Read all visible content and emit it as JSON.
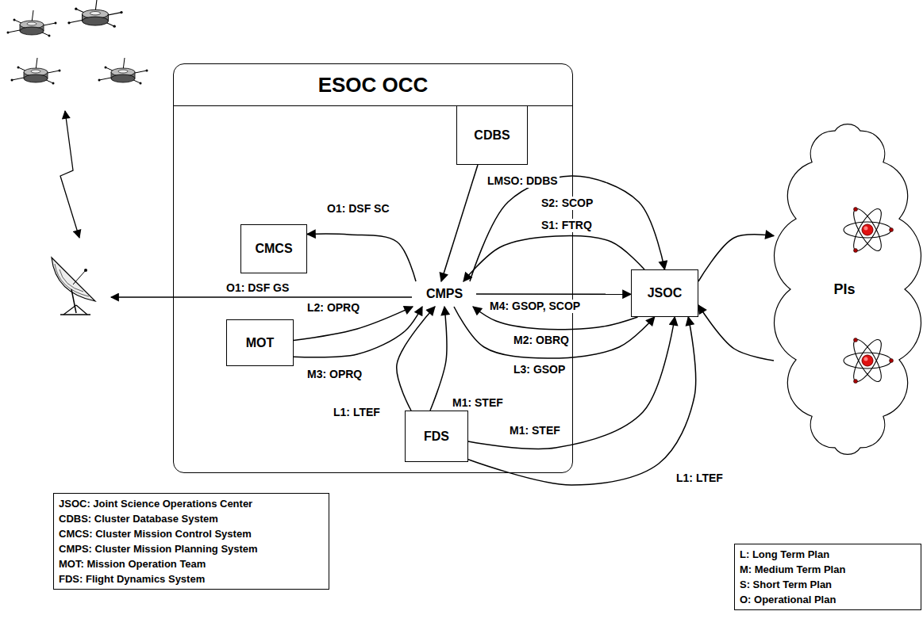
{
  "diagram": {
    "nodes": [
      {
        "text": [
          "ESOC OCC"
        ]
      },
      {
        "text": [
          "CDBS"
        ],
        "in": 0
      },
      {
        "text": [
          "CMCS"
        ],
        "in": 0
      },
      {
        "text": [
          "CMPS"
        ],
        "in": 0
      },
      {
        "text": [
          "MOT"
        ],
        "in": 0
      },
      {
        "text": [
          "FDS"
        ],
        "in": 0
      },
      {
        "text": [
          "JSOC"
        ]
      },
      {
        "text": [
          "PIs"
        ]
      }
    ],
    "edges": [
      {
        "from": 1,
        "to": 3,
        "label": "LMSO: DDBS",
        "arrow": "to"
      },
      {
        "from": 3,
        "to": 2,
        "label": "O1: DSF SC",
        "arrow": "to"
      },
      {
        "from": 3,
        "to": 6,
        "label": "S2: SCOP",
        "arrow": "to"
      },
      {
        "from": 6,
        "to": 3,
        "label": "S1: FTRQ",
        "arrow": "to"
      },
      {
        "from": 3,
        "to": 6,
        "label": "M4: GSOP, SCOP",
        "arrow": "to"
      },
      {
        "from": 6,
        "to": 3,
        "label": "M2: OBRQ",
        "arrow": "to"
      },
      {
        "from": 3,
        "to": 6,
        "label": "L3: GSOP",
        "arrow": "to"
      },
      {
        "from": 4,
        "to": 3,
        "label": "L2: OPRQ",
        "arrow": "to"
      },
      {
        "from": 4,
        "to": 3,
        "label": "M3: OPRQ",
        "arrow": "to"
      },
      {
        "from": 5,
        "to": 3,
        "label": "L1: LTEF",
        "arrow": "to"
      },
      {
        "from": 5,
        "to": 3,
        "label": "M1: STEF",
        "arrow": "to"
      },
      {
        "from": 5,
        "to": 6,
        "label": "M1: STEF",
        "arrow": "to"
      },
      {
        "from": 5,
        "to": 6,
        "label": "L1: LTEF",
        "arrow": "to"
      },
      {
        "from": 6,
        "to": 7,
        "arrow": "to"
      },
      {
        "from": 7,
        "to": 6,
        "arrow": "to"
      }
    ],
    "labels": [
      "O1: DSF GS"
    ],
    "legend": [
      {
        "text": "JSOC: Joint Science Operations Center"
      },
      {
        "text": "CDBS: Cluster Database System"
      },
      {
        "text": "CMCS: Cluster Mission Control System"
      },
      {
        "text": "CMPS: Cluster Mission Planning System"
      },
      {
        "text": "MOT: Mission Operation Team"
      },
      {
        "text": "FDS: Flight Dynamics System"
      },
      {
        "text": "L: Long Term Plan"
      },
      {
        "text": "M: Medium Term Plan"
      },
      {
        "text": "S: Short Term Plan"
      },
      {
        "text": "O: Operational Plan"
      }
    ]
  }
}
